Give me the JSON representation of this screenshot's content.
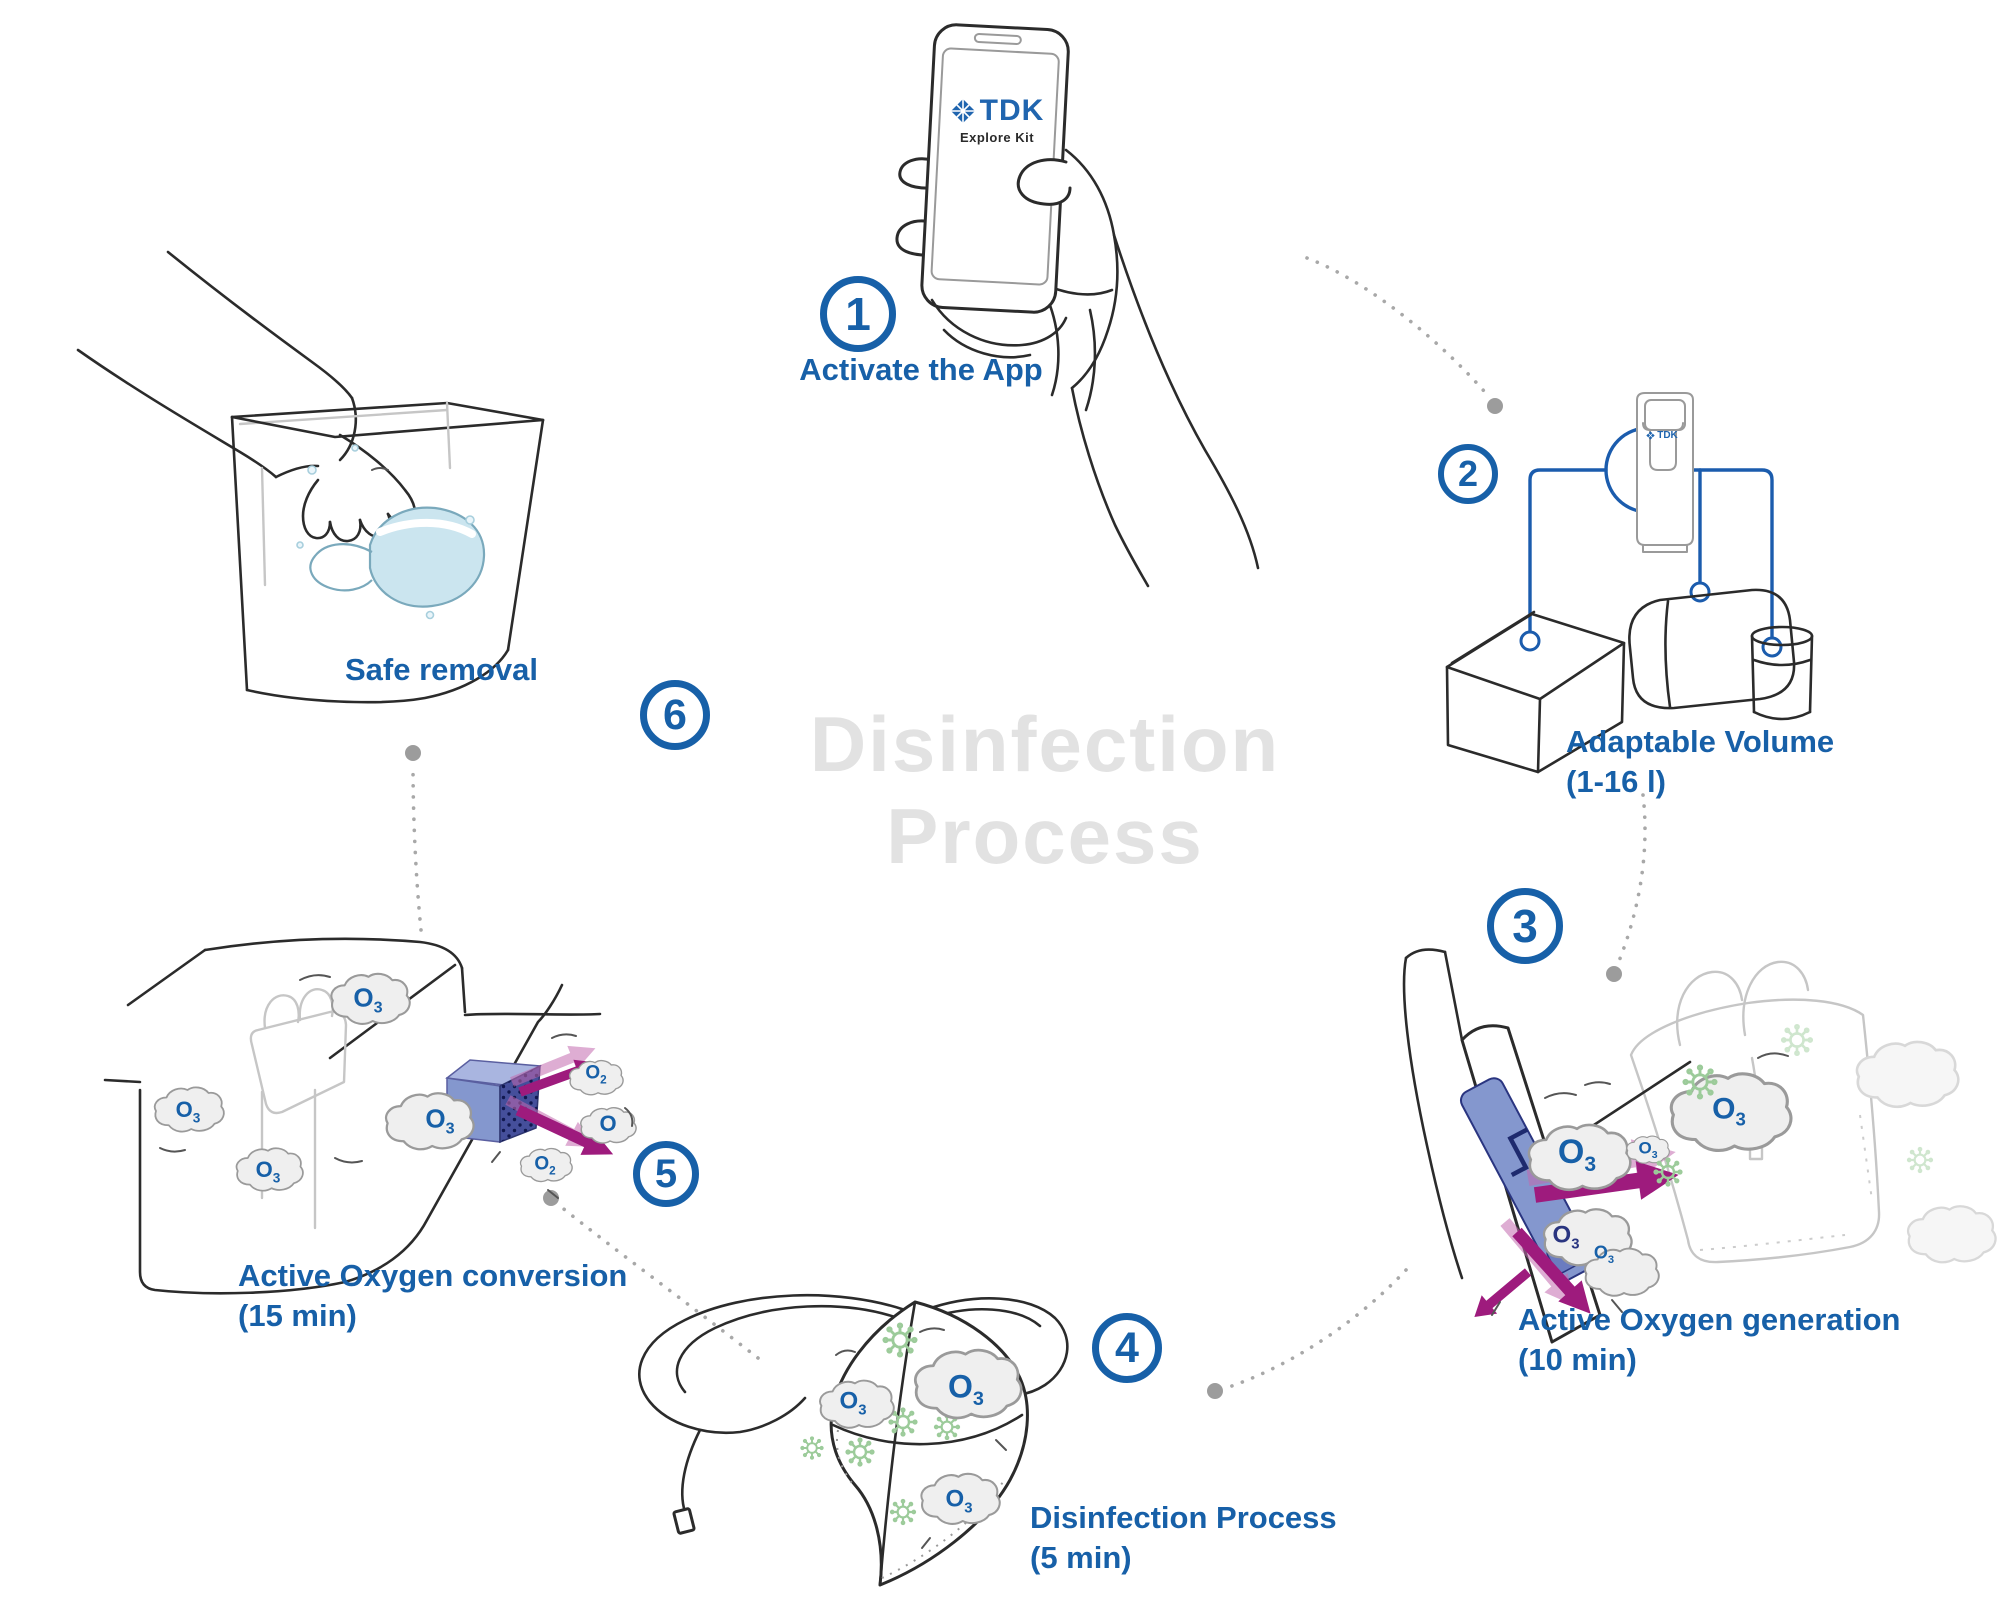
{
  "watermark": {
    "line1": "Disinfection",
    "line2": "Process"
  },
  "brand": {
    "logo_text": "TDK",
    "app_subtitle": "Explore Kit",
    "device_logo_text": "TDK"
  },
  "steps": [
    {
      "number": "1",
      "label": "Activate the App",
      "duration": ""
    },
    {
      "number": "2",
      "label": "Adaptable Volume",
      "duration": "(1-16 l)"
    },
    {
      "number": "3",
      "label": "Active Oxygen generation",
      "duration": "(10 min)"
    },
    {
      "number": "4",
      "label": "Disinfection Process",
      "duration": "(5 min)"
    },
    {
      "number": "5",
      "label": "Active Oxygen conversion",
      "duration": "(15 min)"
    },
    {
      "number": "6",
      "label": "Safe removal",
      "duration": ""
    }
  ],
  "molecules": {
    "ozone": {
      "base": "O",
      "sub": "3"
    },
    "oxygen": {
      "base": "O",
      "sub": "2"
    },
    "atomic_oxygen": {
      "base": "O",
      "sub": ""
    }
  },
  "colors": {
    "primary_blue": "#1760A8",
    "connector_blue": "#1B5CAD",
    "watermark_gray": "#E2E2E2",
    "magenta": "#9E1B7D",
    "device_periwinkle": "#8497CE",
    "virus_green": "#9CCB9A",
    "mask_fill_blue": "#CBE5EF",
    "dotted_line_gray": "#A8A8A8"
  }
}
